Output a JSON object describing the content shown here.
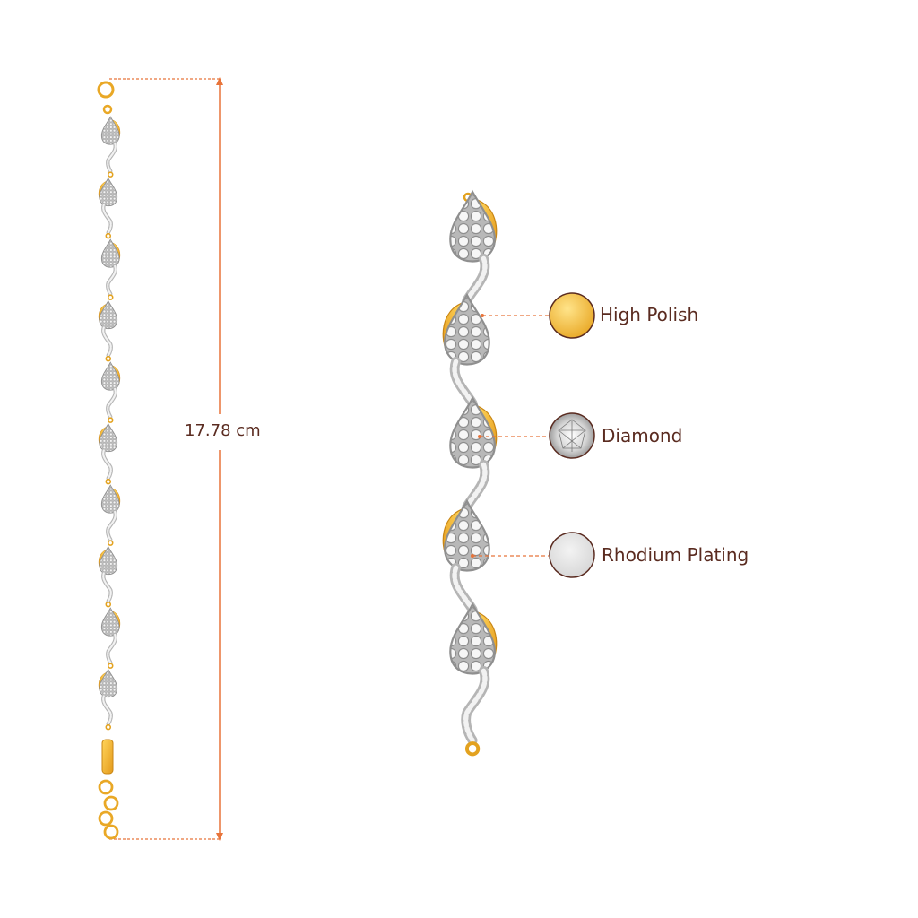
{
  "measurement": {
    "length_label": "17.78 cm"
  },
  "features": [
    {
      "name": "High Polish",
      "icon": "gold-swatch-icon",
      "color": "#f7c24d"
    },
    {
      "name": "Diamond",
      "icon": "diamond-swatch-icon",
      "color": "#d8d8d8"
    },
    {
      "name": "Rhodium Plating",
      "icon": "rhodium-swatch-icon",
      "color": "#e2e2e2"
    }
  ],
  "colors": {
    "gold": "#f0b431",
    "gold_light": "#ffd76a",
    "silver": "#c9c9c9",
    "measure_line": "#e8743a",
    "text": "#5a2b20"
  }
}
